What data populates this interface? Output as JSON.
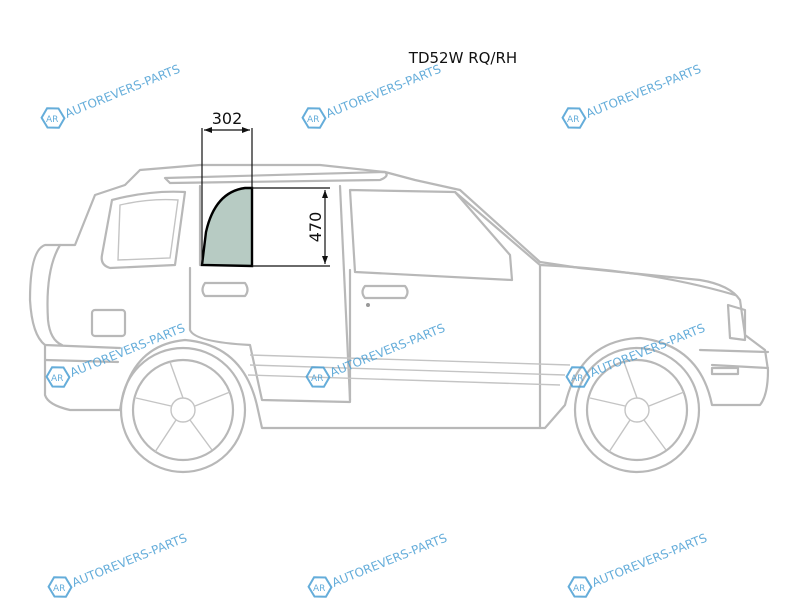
{
  "title": "TD52W RQ/RH",
  "dimensions": {
    "width": "302",
    "height": "470"
  },
  "watermark": {
    "text": "AUTOREVERS-PARTS",
    "logo": "AR"
  },
  "colors": {
    "glass": "#b7cbc3",
    "outline": "#b8b8b8",
    "watermark": "#4a9fd4"
  }
}
